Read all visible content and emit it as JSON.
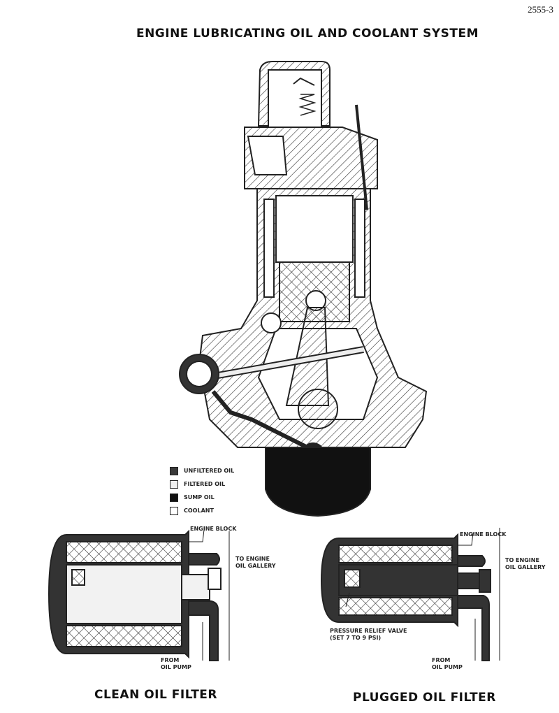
{
  "page_number": "2555-3",
  "title": "ENGINE LUBRICATING OIL AND COOLANT SYSTEM",
  "legend": [
    {
      "label": "UNFILTERED OIL",
      "color": "#3a3a3a"
    },
    {
      "label": "FILTERED OIL",
      "color": "#f0f0f0"
    },
    {
      "label": "SUMP OIL",
      "color": "#111111"
    },
    {
      "label": "COOLANT",
      "color": "#ffffff"
    }
  ],
  "clean_filter": {
    "caption": "CLEAN OIL FILTER",
    "engine_block": "ENGINE BLOCK",
    "to_gallery": [
      "TO ENGINE",
      "OIL GALLERY"
    ],
    "from_pump": [
      "FROM",
      "OIL PUMP"
    ]
  },
  "plugged_filter": {
    "caption": "PLUGGED OIL FILTER",
    "engine_block": "ENGINE BLOCK",
    "to_gallery": [
      "TO ENGINE",
      "OIL GALLERY"
    ],
    "from_pump": [
      "FROM",
      "OIL PUMP"
    ],
    "relief_valve": [
      "PRESSURE RELIEF VALVE",
      "(SET 7 TO 9 PSI)"
    ]
  }
}
